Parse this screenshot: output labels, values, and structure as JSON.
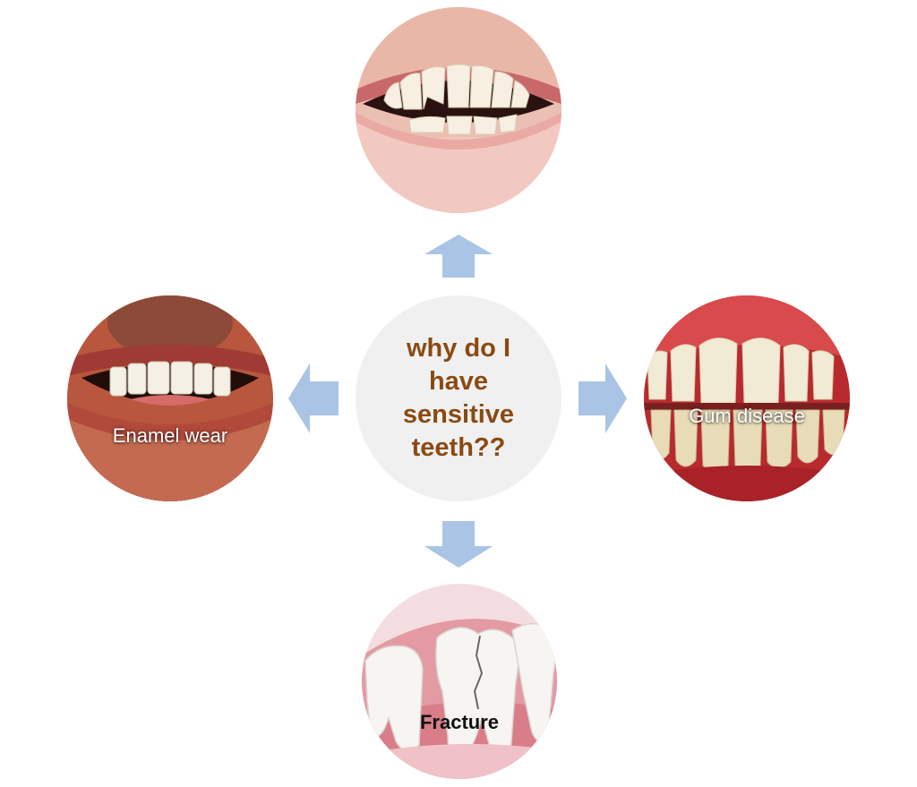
{
  "center": {
    "lines": [
      "why do I",
      "have",
      "sensitive",
      "teeth??"
    ]
  },
  "nodes": {
    "top": {
      "label": ""
    },
    "left": {
      "label": "Enamel wear"
    },
    "right": {
      "label": "Gum disease"
    },
    "bottom": {
      "label": "Fracture"
    }
  },
  "colors": {
    "arrow": "#a9c4e4",
    "center_fill": "#f0f0f0",
    "center_text": "#8a4a12"
  },
  "icons": {
    "top": "chipped-teeth-photo",
    "left": "worn-enamel-smile-photo",
    "right": "inflamed-gums-photo",
    "bottom": "cracked-molar-illustration"
  }
}
